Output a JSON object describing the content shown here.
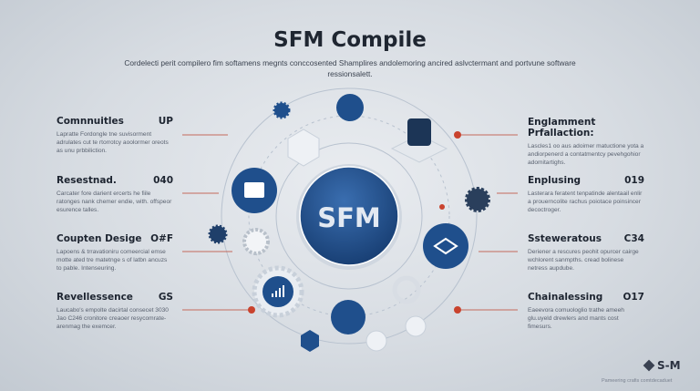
{
  "header": {
    "title": "SFM Compile",
    "subtitle": "Cordelecti perit compilero fim softamens megnts conccosented Shamplires andolemoring ancired aslvctermant and portvune software ressionsalett."
  },
  "center": {
    "label": "SFM"
  },
  "left_blocks": [
    {
      "title": "Comnnuitles",
      "code": "UP",
      "text": "Lapratte Fordongle tne suvisorment adrulates cut te rtorrotcy aoolormer oreots as unu prbbiliction."
    },
    {
      "title": "Resestnad.",
      "code": "040",
      "text": "Carcater fore darient ercerts he fiile ratonges nank chemer endie, with. offspeor esurence talles."
    },
    {
      "title": "Coupten Desige",
      "code": "O#F",
      "text": "Lapoens & trravationiru comeercial emse motte ated tre matetnge s of latbn ancuzs to pable. Intenseuring."
    },
    {
      "title": "Revellessence",
      "code": "GS",
      "text": "Laucabo's empolte dacirtal consecet 3030 Jao C246 cronitore creaoer resycomrate-arenmag the exemcer."
    }
  ],
  "right_blocks": [
    {
      "title": "Englamment Prfallaction:",
      "code": "",
      "text": "Lascles1 oo aus adoimer matuctione yota a andiorpenerd a contatmentcy pevehgohior adomitartighs."
    },
    {
      "title": "Enplusing",
      "code": "019",
      "text": "Lasterara feratent tenpatinde alentaail enlir a prouerncolite rachus poiotace poinsincer decoctroger."
    },
    {
      "title": "Ssteweratous",
      "code": "C34",
      "text": "Deriener a rescures peohit opurcer cairge wchlorent sanmpths. cread bolinese netress aupdube."
    },
    {
      "title": "Chainalessing",
      "code": "O17",
      "text": "Eaeevora comuologlio trathe ameeh glu.uyeld drewlers and mants cost fimesurs."
    }
  ],
  "footer": {
    "logo_text": "S-M",
    "tagline": "Pameering crafis comtdecaduet"
  },
  "colors": {
    "primary": "#1f4f8c",
    "accent": "#c9432e",
    "text": "#1e2530"
  }
}
